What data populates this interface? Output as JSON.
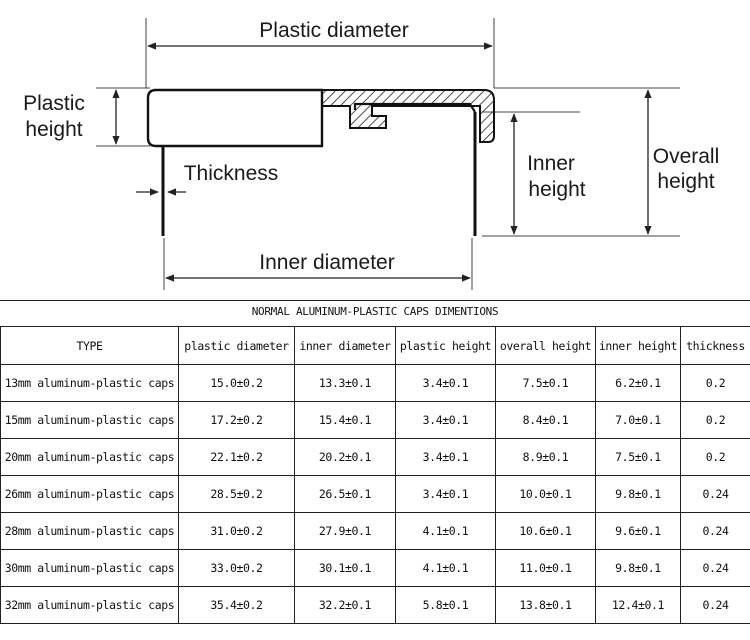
{
  "diagram": {
    "labels": {
      "plastic_diameter": "Plastic diameter",
      "plastic_height_1": "Plastic",
      "plastic_height_2": "height",
      "thickness": "Thickness",
      "inner_height_1": "Inner",
      "inner_height_2": "height",
      "overall_height_1": "Overall",
      "overall_height_2": "height",
      "inner_diameter": "Inner diameter"
    }
  },
  "table": {
    "title": "NORMAL ALUMINUM-PLASTIC CAPS DIMENTIONS",
    "headers": [
      "TYPE",
      "plastic diameter",
      "inner diameter",
      "plastic height",
      "overall height",
      "inner height",
      "thickness"
    ],
    "rows": [
      [
        "13mm aluminum-plastic caps",
        "15.0±0.2",
        "13.3±0.1",
        "3.4±0.1",
        "7.5±0.1",
        "6.2±0.1",
        "0.2"
      ],
      [
        "15mm aluminum-plastic caps",
        "17.2±0.2",
        "15.4±0.1",
        "3.4±0.1",
        "8.4±0.1",
        "7.0±0.1",
        "0.2"
      ],
      [
        "20mm aluminum-plastic caps",
        "22.1±0.2",
        "20.2±0.1",
        "3.4±0.1",
        "8.9±0.1",
        "7.5±0.1",
        "0.2"
      ],
      [
        "26mm aluminum-plastic caps",
        "28.5±0.2",
        "26.5±0.1",
        "3.4±0.1",
        "10.0±0.1",
        "9.8±0.1",
        "0.24"
      ],
      [
        "28mm aluminum-plastic caps",
        "31.0±0.2",
        "27.9±0.1",
        "4.1±0.1",
        "10.6±0.1",
        "9.6±0.1",
        "0.24"
      ],
      [
        "30mm aluminum-plastic caps",
        "33.0±0.2",
        "30.1±0.1",
        "4.1±0.1",
        "11.0±0.1",
        "9.8±0.1",
        "0.24"
      ],
      [
        "32mm aluminum-plastic caps",
        "35.4±0.2",
        "32.2±0.1",
        "5.8±0.1",
        "13.8±0.1",
        "12.4±0.1",
        "0.24"
      ]
    ]
  }
}
